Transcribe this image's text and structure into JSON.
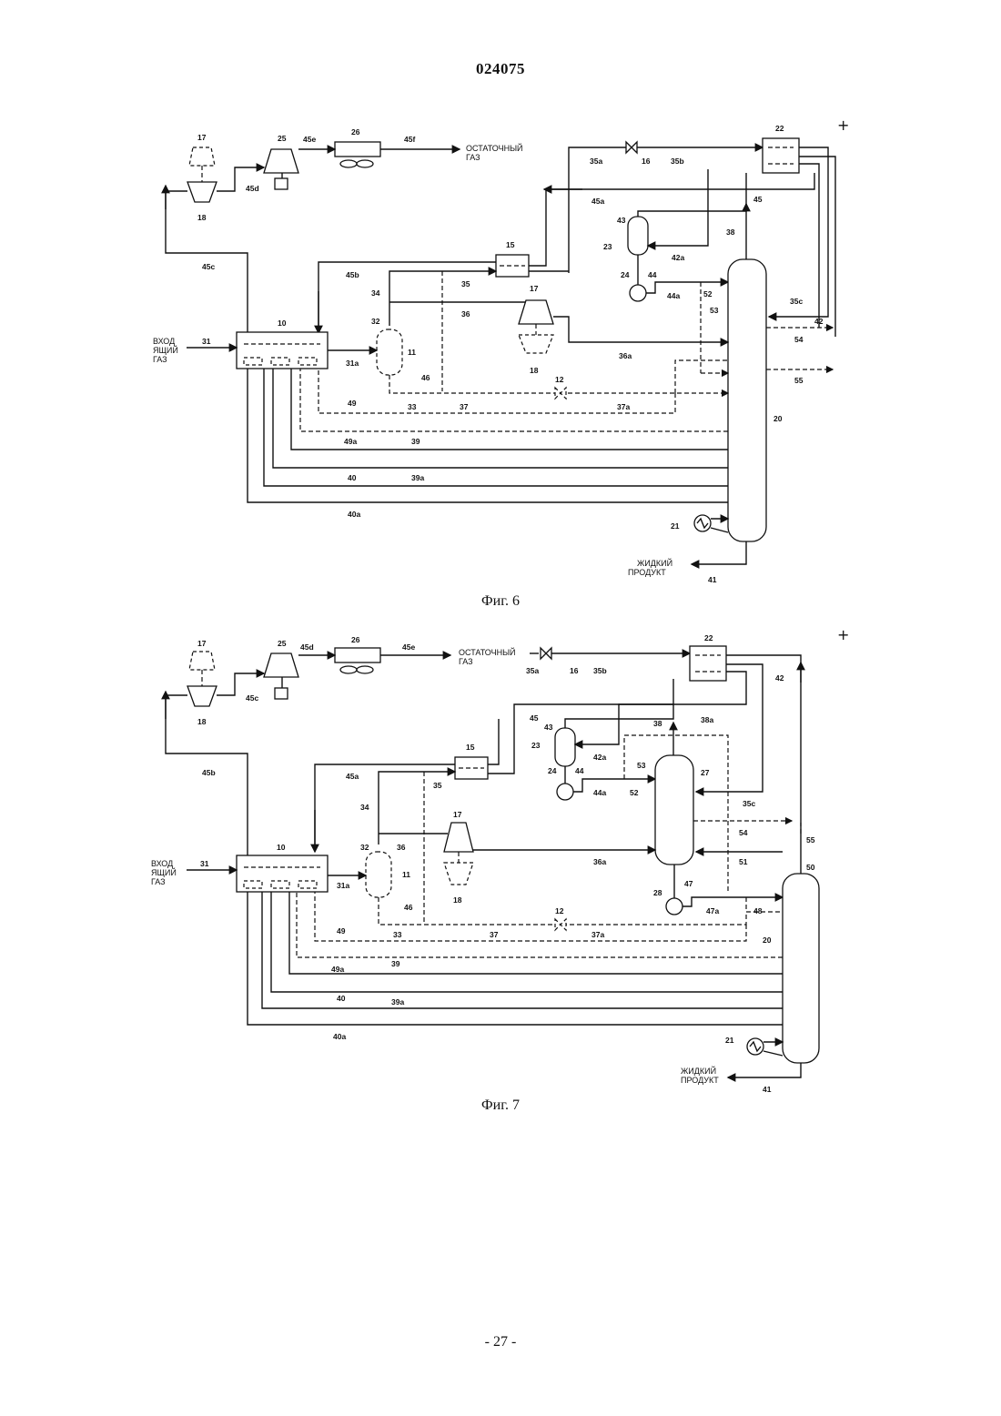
{
  "header": {
    "page_number": "024075"
  },
  "footer": {
    "page": "- 27 -"
  },
  "marks": {
    "plus": "+"
  },
  "fig6": {
    "caption": "Фиг. 6",
    "texts": {
      "residue_gas_1": "ОСТАТОЧНЫЙ",
      "residue_gas_2": "ГАЗ",
      "inlet_gas_1": "ВХОД",
      "inlet_gas_2": "ЯЩИЙ",
      "inlet_gas_3": "ГАЗ",
      "liquid_product_1": "ЖИДКИЙ",
      "liquid_product_2": "ПРОДУКТ"
    },
    "labels": {
      "l17a": "17",
      "l25": "25",
      "l45e": "45e",
      "l26": "26",
      "l45f": "45f",
      "l35a": "35a",
      "l16": "16",
      "l35b": "35b",
      "l22": "22",
      "l45d": "45d",
      "l18a": "18",
      "l45a": "45a",
      "l45": "45",
      "l43": "43",
      "l23": "23",
      "l42a": "42a",
      "l38": "38",
      "l45c": "45c",
      "l15": "15",
      "l45b": "45b",
      "l35": "35",
      "l24": "24",
      "l44": "44",
      "l17b": "17",
      "l44a": "44a",
      "l52": "52",
      "l34": "34",
      "l35c": "35c",
      "l53": "53",
      "l32": "32",
      "l36": "36",
      "l42": "42",
      "l31": "31",
      "l10": "10",
      "l11": "11",
      "l54": "54",
      "l31a": "31a",
      "l36a": "36a",
      "l18b": "18",
      "l55": "55",
      "l12": "12",
      "l46": "46",
      "l33": "33",
      "l37": "37",
      "l37a": "37a",
      "l49": "49",
      "l20": "20",
      "l49a": "49a",
      "l39": "39",
      "l40": "40",
      "l39a": "39a",
      "l40a": "40a",
      "l21": "21",
      "l41": "41"
    }
  },
  "fig7": {
    "caption": "Фиг. 7",
    "texts": {
      "residue_gas_1": "ОСТАТОЧНЫЙ",
      "residue_gas_2": "ГАЗ",
      "inlet_gas_1": "ВХОД",
      "inlet_gas_2": "ЯЩИЙ",
      "inlet_gas_3": "ГАЗ",
      "liquid_product_1": "ЖИДКИЙ",
      "liquid_product_2": "ПРОДУКТ"
    },
    "labels": {
      "l17a": "17",
      "l25": "25",
      "l45d": "45d",
      "l26": "26",
      "l45e": "45e",
      "l35a": "35a",
      "l16": "16",
      "l35b": "35b",
      "l22": "22",
      "l42": "42",
      "l45c": "45c",
      "l18a": "18",
      "l45": "45",
      "l43": "43",
      "l38": "38",
      "l38a": "38a",
      "l23": "23",
      "l42a": "42a",
      "l15": "15",
      "l53": "53",
      "l45b": "45b",
      "l45a": "45a",
      "l35": "35",
      "l24": "24",
      "l44": "44",
      "l27": "27",
      "l44a": "44a",
      "l52": "52",
      "l34": "34",
      "l35c": "35c",
      "l17b": "17",
      "l32": "32",
      "l36": "36",
      "l54": "54",
      "l55": "55",
      "l31": "31",
      "l10": "10",
      "l11": "11",
      "l36a": "36a",
      "l51": "51",
      "l50": "50",
      "l31a": "31a",
      "l28": "28",
      "l47": "47",
      "l18b": "18",
      "l46": "46",
      "l47a": "47a",
      "l48": "48",
      "l12": "12",
      "l49": "49",
      "l33": "33",
      "l37": "37",
      "l37a": "37a",
      "l20": "20",
      "l49a": "49a",
      "l39": "39",
      "l40": "40",
      "l39a": "39a",
      "l40a": "40a",
      "l21": "21",
      "l41": "41"
    }
  }
}
